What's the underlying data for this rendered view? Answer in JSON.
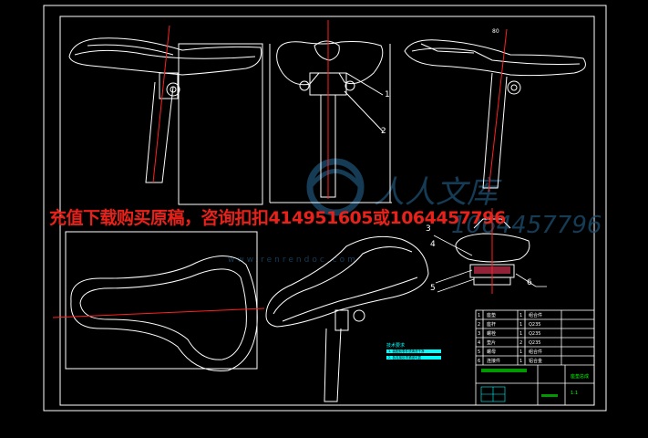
{
  "overlay_text": "充值下载购买原稿，咨询扣扣414951605或1064457796",
  "watermark": {
    "logo_text": "人人文库",
    "url": "www.renrendoc.com",
    "ghost_number": "1064457796"
  },
  "part_labels": [
    "1",
    "2",
    "3",
    "4",
    "5",
    "6"
  ],
  "dimension_label": "80",
  "title_block": {
    "rows": [
      [
        "1",
        "座垫",
        "1",
        "组合件"
      ],
      [
        "2",
        "座杆",
        "1",
        "Q235"
      ],
      [
        "3",
        "螺栓",
        "1",
        "Q235"
      ],
      [
        "4",
        "垫片",
        "2",
        "Q235"
      ],
      [
        "5",
        "螺母",
        "1",
        "组合件"
      ],
      [
        "6",
        "连接件",
        "1",
        "铝合金"
      ]
    ],
    "drawing_name": "座垫总成",
    "sheet": "1:1"
  },
  "tech_notes": [
    "技术要求",
    "1. 装配前零件须清洗干净",
    "2. 各连接处须紧固可靠"
  ],
  "colors": {
    "background": "#000000",
    "lines": "#ffffff",
    "centerline": "#ff2020",
    "table": "#00ffff",
    "highlight": "#00ff00",
    "watermark": "#1d4f72"
  }
}
